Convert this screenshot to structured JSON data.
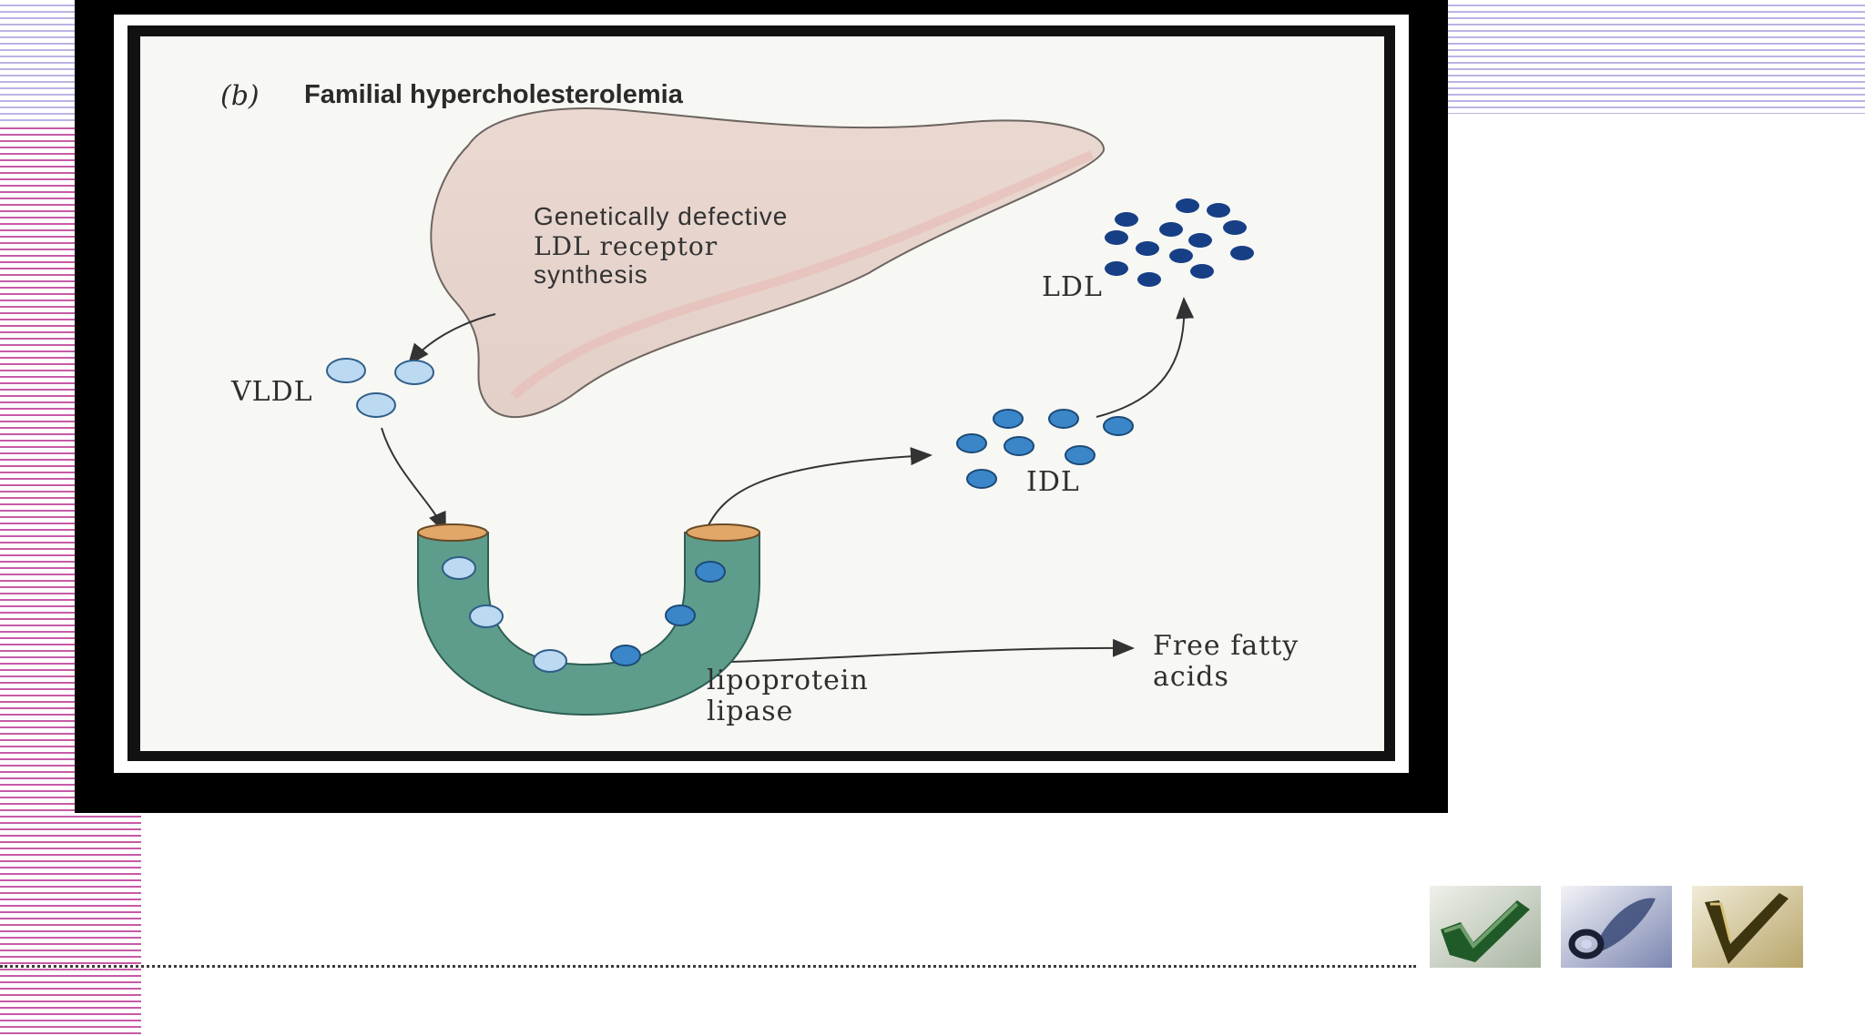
{
  "figure": {
    "tag": "(b)",
    "title": "Familial hypercholesterolemia",
    "liver_text": [
      "Genetically defective",
      "LDL receptor",
      "synthesis"
    ],
    "labels": {
      "vldl": "VLDL",
      "ldl": "LDL",
      "idl": "IDL",
      "lipoprotein_lipase": [
        "lipoprotein",
        "lipase"
      ],
      "free_fatty_acids": [
        "Free fatty",
        "acids"
      ]
    }
  },
  "nav_buttons": [
    {
      "name": "check-button",
      "icon": "green-check-icon"
    },
    {
      "name": "ring-button",
      "icon": "blue-ring-icon"
    },
    {
      "name": "v-button",
      "icon": "gold-v-icon"
    }
  ],
  "colors": {
    "left_stripes": "#c75aa7",
    "top_stripes": "#b9b4e4",
    "liver": "#e6d9d2",
    "vessel": "#5e9d8c",
    "vldl_particle": "#bcd9f2",
    "idl_particle": "#3a86c8",
    "ldl_particle": "#173f86"
  }
}
